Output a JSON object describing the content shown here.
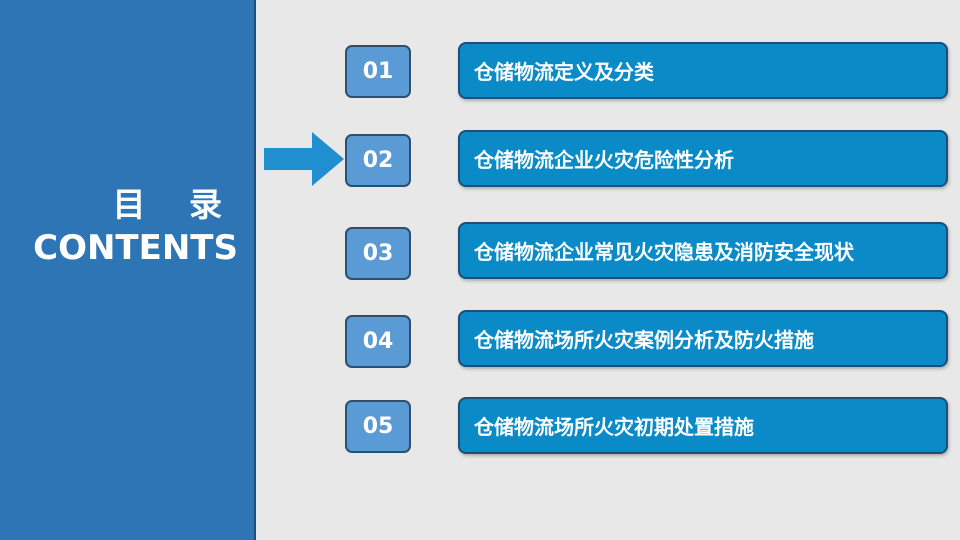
{
  "sidebar": {
    "title_cn": "目 录",
    "title_en": "CONTENTS"
  },
  "items": [
    {
      "number": "01",
      "label": "仓储物流定义及分类"
    },
    {
      "number": "02",
      "label": "仓储物流企业火灾危险性分析"
    },
    {
      "number": "03",
      "label": "仓储物流企业常见火灾隐患及消防安全现状"
    },
    {
      "number": "04",
      "label": "仓储物流场所火灾案例分析及防火措施"
    },
    {
      "number": "05",
      "label": "仓储物流场所火灾初期处置措施"
    }
  ],
  "colors": {
    "panel": "#2e75b6",
    "number_box": "#5b9bd5",
    "item_box": "#0a8ac6",
    "arrow": "#1f8fd0",
    "background": "#e8e8e8"
  },
  "icons": {
    "current_marker": "right-arrow-icon"
  }
}
